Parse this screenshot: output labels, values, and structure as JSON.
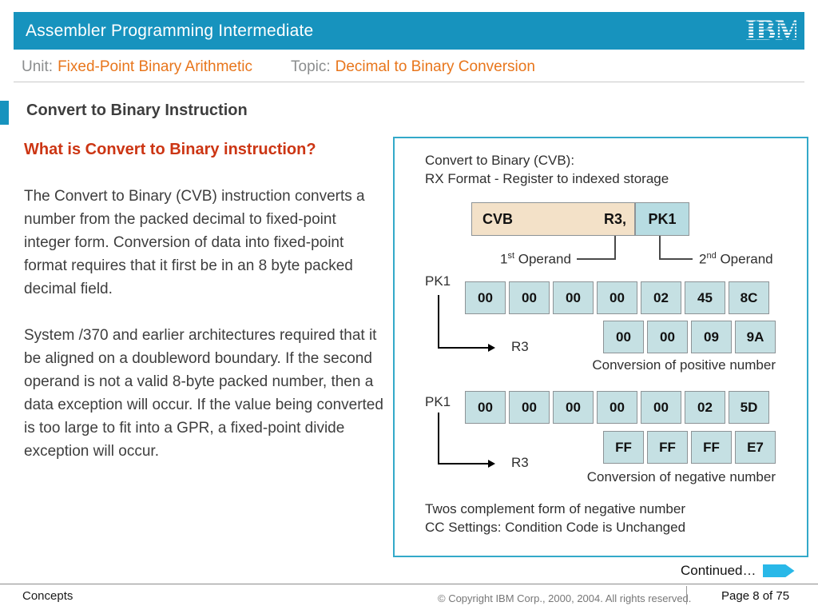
{
  "header": {
    "title": "Assembler Programming Intermediate",
    "logo": "IBM"
  },
  "subheader": {
    "unit_label": "Unit:",
    "unit_value": "Fixed-Point Binary Arithmetic",
    "topic_label": "Topic:",
    "topic_value": "Decimal to Binary Conversion"
  },
  "slide": {
    "heading": "Convert to Binary Instruction",
    "question": "What is Convert to Binary instruction?",
    "paragraph1": "The Convert to Binary (CVB) instruction converts a number from the packed decimal to fixed-point integer form. Conversion of data into fixed-point format requires that it first be in an 8 byte packed decimal field.",
    "paragraph2": "System /370 and earlier architectures required that it be aligned on a doubleword boundary. If the second operand is not a valid 8-byte packed number, then a data exception will occur. If the value being converted is too large to fit into a GPR, a fixed-point divide exception will occur."
  },
  "diagram": {
    "caption_line1": "Convert to Binary (CVB):",
    "caption_line2": "RX Format - Register to indexed storage",
    "instruction": {
      "mnemonic": "CVB",
      "operand1": "R3,",
      "operand2": "PK1"
    },
    "operand1_label": {
      "num": "1",
      "sup": "st",
      "text": " Operand"
    },
    "operand2_label": {
      "num": "2",
      "sup": "nd",
      "text": " Operand"
    },
    "positive": {
      "source_label": "PK1",
      "bytes": [
        "00",
        "00",
        "00",
        "00",
        "02",
        "45",
        "8C"
      ],
      "register_label": "R3",
      "register_bytes": [
        "00",
        "00",
        "09",
        "9A"
      ],
      "caption": "Conversion of positive number"
    },
    "negative": {
      "source_label": "PK1",
      "bytes": [
        "00",
        "00",
        "00",
        "00",
        "00",
        "02",
        "5D"
      ],
      "register_label": "R3",
      "register_bytes": [
        "FF",
        "FF",
        "FF",
        "E7"
      ],
      "caption": "Conversion of negative number"
    },
    "note_line1": "Twos complement form of negative number",
    "note_line2": "CC Settings: Condition Code is Unchanged"
  },
  "continued": {
    "label": "Continued…"
  },
  "footer": {
    "left": "Concepts",
    "copyright": "© Copyright IBM Corp., 2000, 2004. All rights reserved.",
    "page": "Page 8 of 75"
  }
}
